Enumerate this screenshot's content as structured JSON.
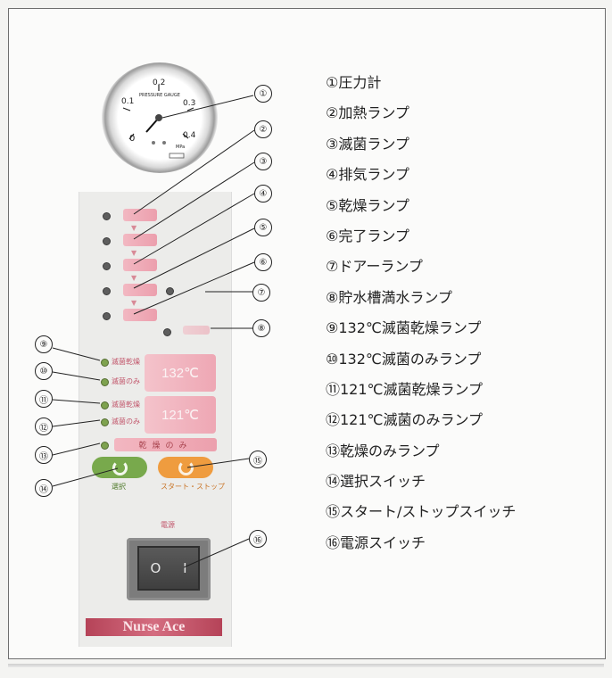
{
  "legend": {
    "items": [
      "①圧力計",
      "②加熱ランプ",
      "③滅菌ランプ",
      "④排気ランプ",
      "⑤乾燥ランプ",
      "⑥完了ランプ",
      "⑦ドアーランプ",
      "⑧貯水槽満水ランプ",
      "⑨132℃滅菌乾燥ランプ",
      "⑩132℃滅菌のみランプ",
      "⑪121℃滅菌乾燥ランプ",
      "⑫121℃滅菌のみランプ",
      "⑬乾燥のみランプ",
      "⑭選択スイッチ",
      "⑮スタート/ストップスイッチ",
      "⑯電源スイッチ"
    ]
  },
  "callouts": [
    "①",
    "②",
    "③",
    "④",
    "⑤",
    "⑥",
    "⑦",
    "⑧",
    "⑨",
    "⑩",
    "⑪",
    "⑫",
    "⑬",
    "⑭",
    "⑮",
    "⑯"
  ],
  "gauge": {
    "ticks": [
      "0",
      "0.1",
      "0.2",
      "0.3",
      "0.4"
    ],
    "face_text": "PRESSURE GAUGE",
    "unit": "MPa"
  },
  "panel": {
    "temp_132": "132℃",
    "temp_121": "121℃",
    "mode_sterilize_dry": "滅菌乾燥",
    "mode_sterilize_only": "滅菌のみ",
    "dry_only": "乾燥のみ",
    "select_caption": "選択",
    "start_caption": "スタート・ストップ",
    "power_caption": "電源",
    "switch_off": "O",
    "switch_on": "I",
    "brand": "Nurse Ace"
  },
  "colors": {
    "plate_pink": "#eea7b4",
    "select_green": "#78a94c",
    "start_orange": "#ef9c3f",
    "brand_red": "#b54358"
  }
}
